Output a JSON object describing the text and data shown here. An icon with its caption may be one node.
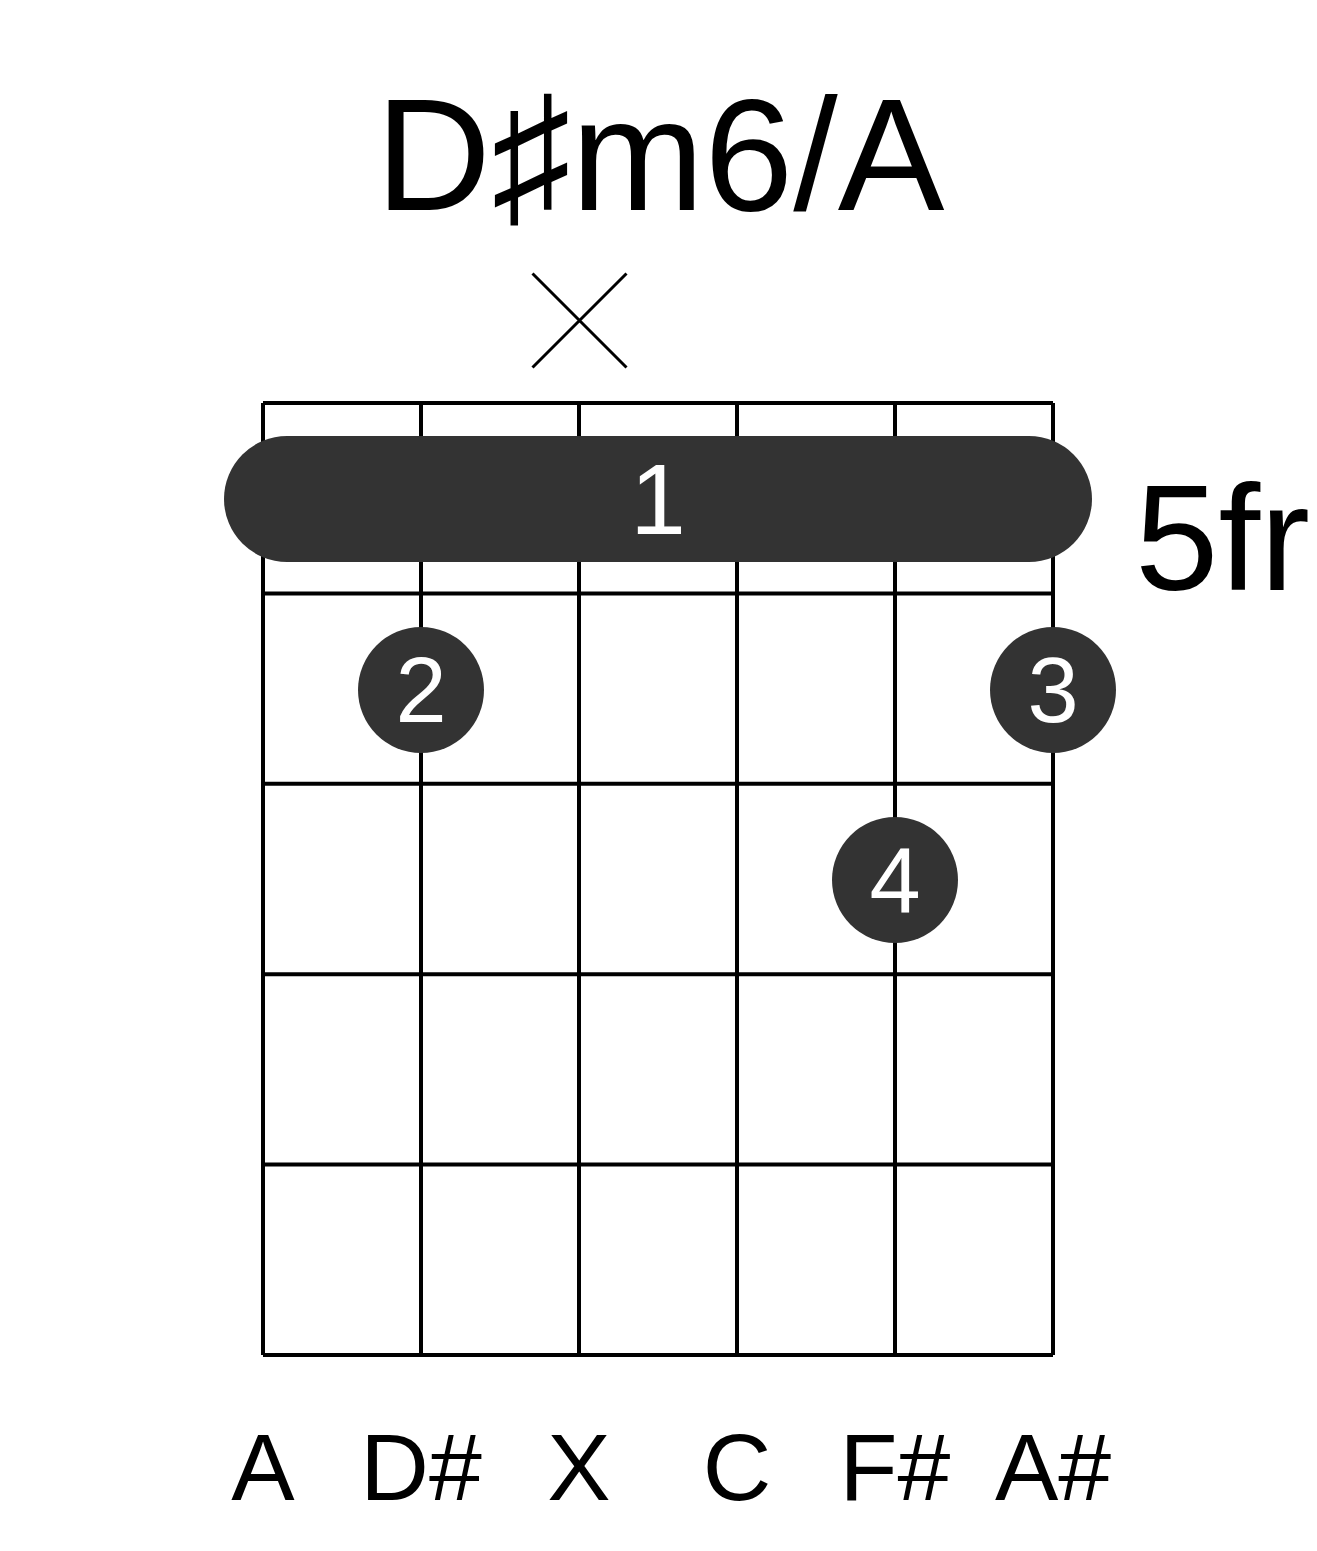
{
  "diagram": {
    "title": "D♯m6/A",
    "nodes": [
      {
        "text": [
          "1"
        ]
      },
      {
        "text": [
          "2"
        ]
      },
      {
        "text": [
          "3"
        ]
      },
      {
        "text": [
          "4"
        ]
      }
    ],
    "labels": [
      "5fr",
      "A",
      "D#",
      "X",
      "C",
      "F#",
      "A#"
    ]
  }
}
